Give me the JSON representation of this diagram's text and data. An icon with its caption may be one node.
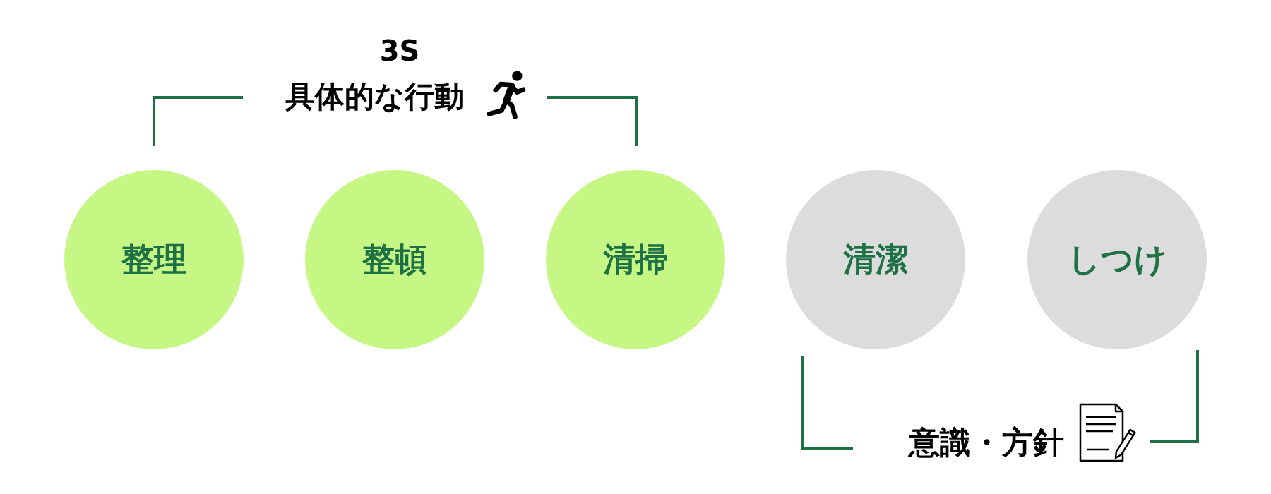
{
  "diagram": {
    "nodes": [
      {
        "text": [
          "整理"
        ]
      },
      {
        "text": [
          "整頓"
        ]
      },
      {
        "text": [
          "清掃"
        ]
      },
      {
        "text": [
          "清潔"
        ]
      },
      {
        "text": [
          "しつけ"
        ]
      }
    ],
    "labels": [
      "3S",
      "具体的な行動",
      "意識・方針"
    ]
  }
}
